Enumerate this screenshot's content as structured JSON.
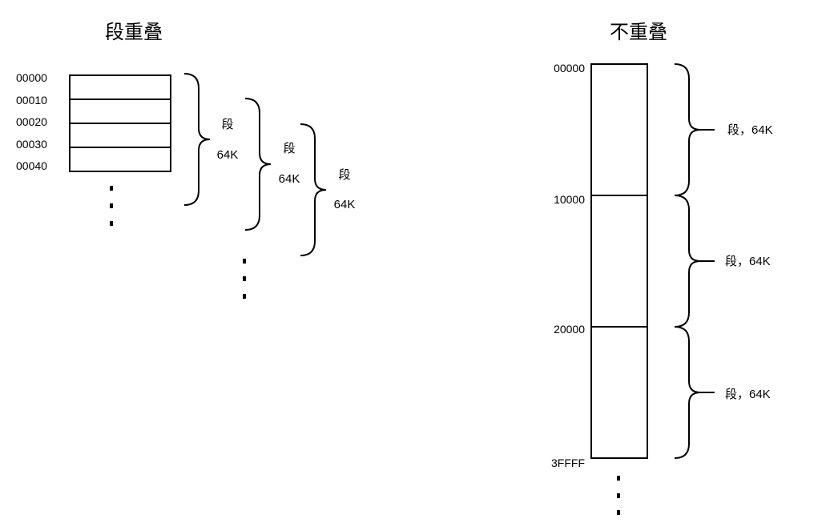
{
  "left": {
    "title": "段重叠",
    "addresses": [
      "00000",
      "00010",
      "00020",
      "00030",
      "00040"
    ],
    "segments": [
      {
        "label": "段",
        "size": "64K"
      },
      {
        "label": "段",
        "size": "64K"
      },
      {
        "label": "段",
        "size": "64K"
      }
    ]
  },
  "right": {
    "title": "不重叠",
    "addresses": [
      "00000",
      "10000",
      "20000",
      "3FFFF"
    ],
    "segments": [
      {
        "label": "段，64K"
      },
      {
        "label": "段，64K"
      },
      {
        "label": "段，64K"
      }
    ]
  }
}
